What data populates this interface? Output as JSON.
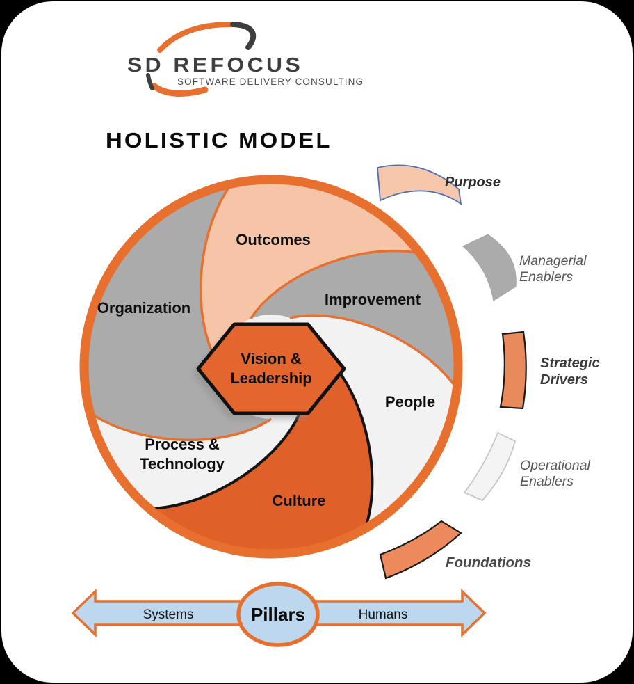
{
  "logo": {
    "title": "SD REFOCUS",
    "subtitle": "SOFTWARE DELIVERY CONSULTING"
  },
  "heading": "HOLISTIC MODEL",
  "wheel": {
    "segments": {
      "outcomes": "Outcomes",
      "improvement": "Improvement",
      "people": "People",
      "culture": "Culture",
      "organization": "Organization",
      "process_line1": "Process &",
      "process_line2": "Technology"
    },
    "center": {
      "line1": "Vision &",
      "line2": "Leadership"
    }
  },
  "legend": {
    "purpose": "Purpose",
    "managerial_line1": "Managerial",
    "managerial_line2": "Enablers",
    "strategic_line1": "Strategic",
    "strategic_line2": "Drivers",
    "operational_line1": "Operational",
    "operational_line2": "Enablers",
    "foundations": "Foundations"
  },
  "axis": {
    "left": "Systems",
    "center": "Pillars",
    "right": "Humans"
  },
  "colors": {
    "orange": "#E2662C",
    "ring_orange": "#E7702E",
    "peach": "#F6C5A8",
    "gray": "#ABABAB",
    "light_segment": "#F2F2F2",
    "salmon": "#E98A5C",
    "arrow_blue": "#BDD7EE",
    "purpose_border_blue": "#4C6FB5",
    "background": "#FFFFFF",
    "frame": "#000000"
  }
}
